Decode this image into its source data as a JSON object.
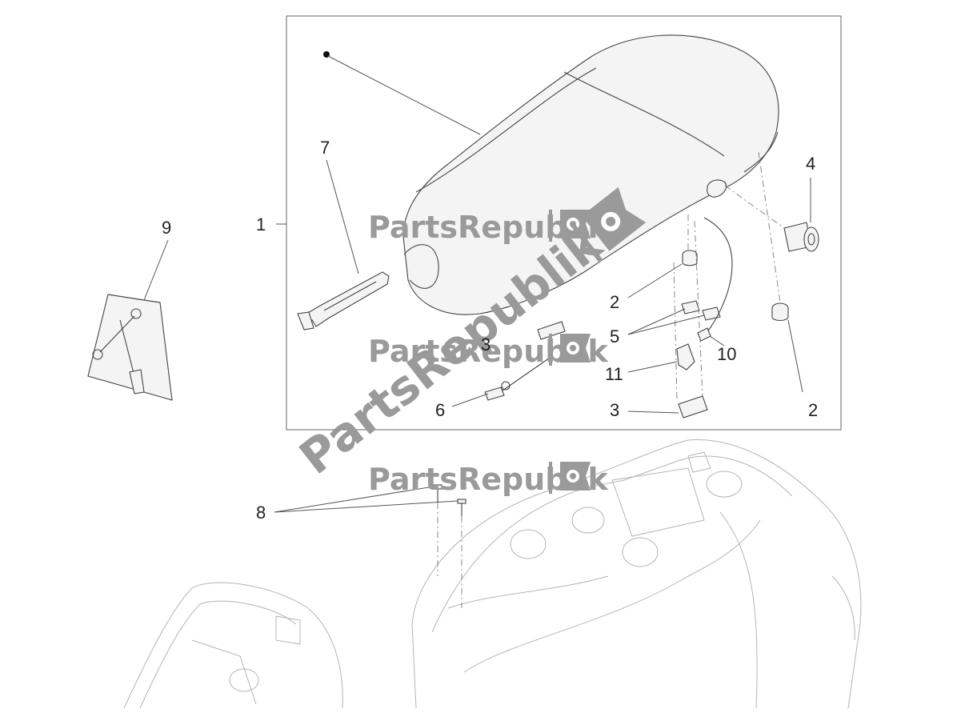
{
  "watermark": {
    "text": "PartsRepublik",
    "color": "#9a9a9a"
  },
  "callouts": [
    {
      "id": "1",
      "label": "1"
    },
    {
      "id": "2a",
      "label": "2"
    },
    {
      "id": "2b",
      "label": "2"
    },
    {
      "id": "3a",
      "label": "3"
    },
    {
      "id": "3b",
      "label": "3"
    },
    {
      "id": "4",
      "label": "4"
    },
    {
      "id": "5",
      "label": "5"
    },
    {
      "id": "6",
      "label": "6"
    },
    {
      "id": "7",
      "label": "7"
    },
    {
      "id": "8",
      "label": "8"
    },
    {
      "id": "9",
      "label": "9"
    },
    {
      "id": "10",
      "label": "10"
    },
    {
      "id": "11",
      "label": "11"
    }
  ],
  "icons": [
    "gear-flag-icon",
    "wrench-icon",
    "screwdriver-icon"
  ]
}
